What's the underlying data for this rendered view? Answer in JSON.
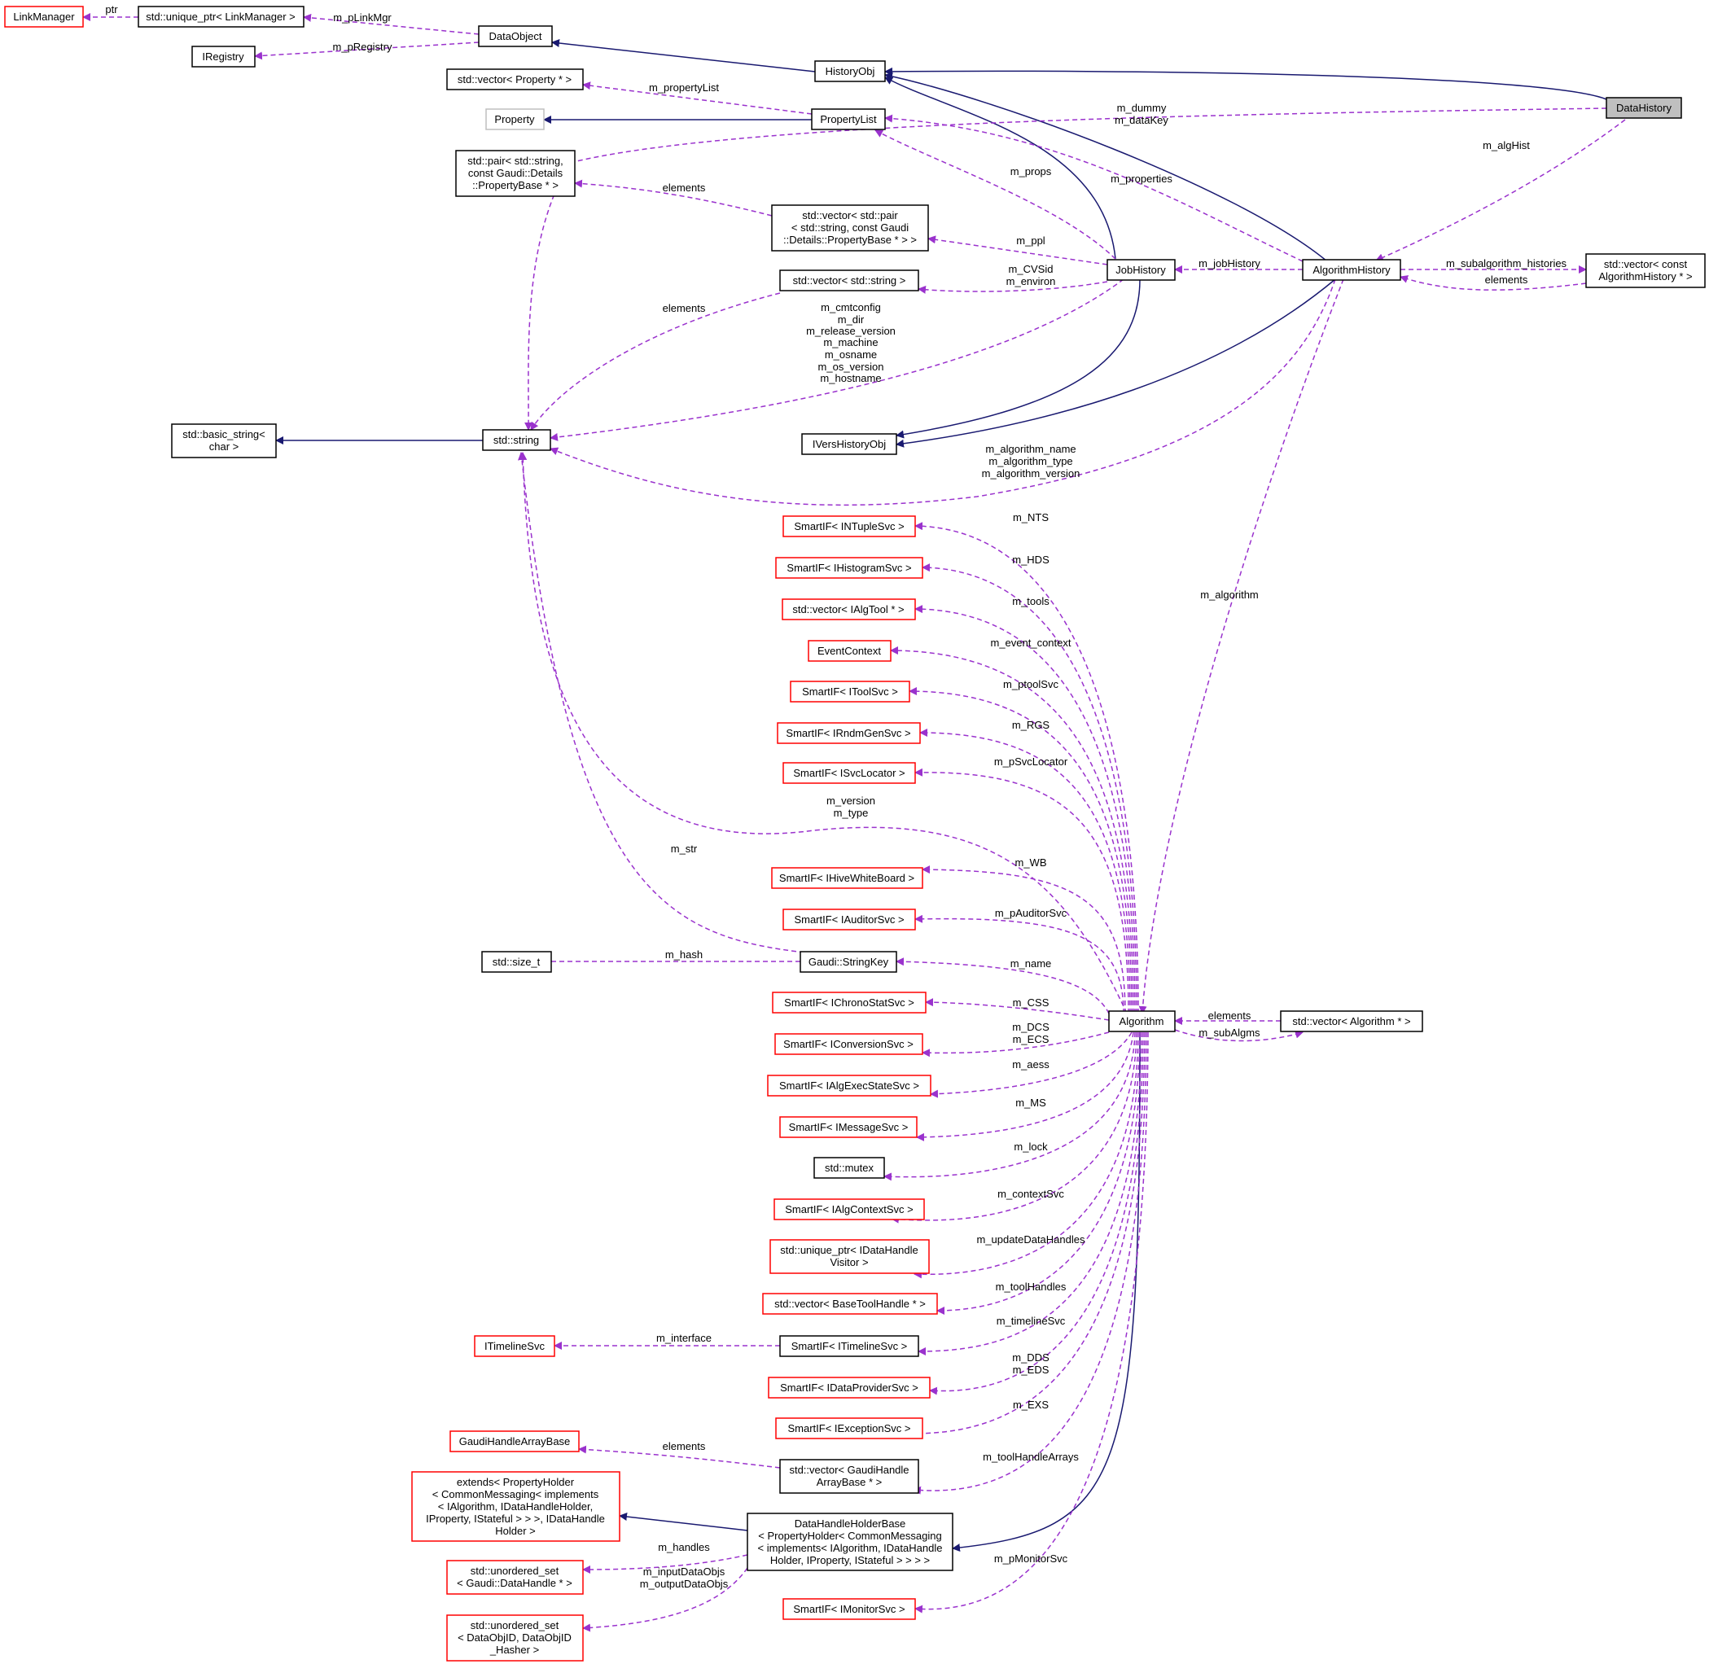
{
  "nodes": {
    "link_manager": "LinkManager",
    "unique_ptr_link_manager": "std::unique_ptr< LinkManager >",
    "iregistry": "IRegistry",
    "data_object": "DataObject",
    "history_obj": "HistoryObj",
    "data_history": "DataHistory",
    "vector_property_ptr": "std::vector< Property * >",
    "property": "Property",
    "property_list": "PropertyList",
    "pair_string_property": [
      "std::pair< std::string,",
      "const Gaudi::Details",
      "::PropertyBase * >"
    ],
    "vector_pair_string_property": [
      "std::vector< std::pair",
      "< std::string, const Gaudi",
      "::Details::PropertyBase * > >"
    ],
    "job_history": "JobHistory",
    "algorithm_history": "AlgorithmHistory",
    "vector_algorithm_history": [
      "std::vector< const",
      "AlgorithmHistory * >"
    ],
    "vector_string": "std::vector< std::string >",
    "basic_string": [
      "std::basic_string<",
      "char >"
    ],
    "std_string": "std::string",
    "ivers_history_obj": "IVersHistoryObj",
    "smartif_intuple_svc": "SmartIF< INTupleSvc >",
    "smartif_ihistogram_svc": "SmartIF< IHistogramSvc >",
    "vector_ialg_tool": "std::vector< IAlgTool * >",
    "event_context": "EventContext",
    "smartif_itool_svc": "SmartIF< IToolSvc >",
    "smartif_irndm_gen_svc": "SmartIF< IRndmGenSvc >",
    "smartif_isvc_locator": "SmartIF< ISvcLocator >",
    "smartif_ihive_white_board": "SmartIF< IHiveWhiteBoard >",
    "smartif_iauditor_svc": "SmartIF< IAuditorSvc >",
    "size_t": "std::size_t",
    "gaudi_string_key": "Gaudi::StringKey",
    "smartif_ichrono_stat_svc": "SmartIF< IChronoStatSvc >",
    "algorithm": "Algorithm",
    "vector_algorithm": "std::vector< Algorithm * >",
    "smartif_iconversion_svc": "SmartIF< IConversionSvc >",
    "smartif_ialg_exec_state_svc": "SmartIF< IAlgExecStateSvc >",
    "smartif_imessage_svc": "SmartIF< IMessageSvc >",
    "std_mutex": "std::mutex",
    "smartif_ialg_context_svc": "SmartIF< IAlgContextSvc >",
    "unique_ptr_idata_handle_visitor": [
      "std::unique_ptr< IDataHandle",
      "Visitor >"
    ],
    "vector_base_tool_handle": "std::vector< BaseToolHandle * >",
    "itimeline_svc": "ITimelineSvc",
    "smartif_itimeline_svc": "SmartIF< ITimelineSvc >",
    "smartif_idata_provider_svc": "SmartIF< IDataProviderSvc >",
    "smartif_iexception_svc": "SmartIF< IExceptionSvc >",
    "gaudi_handle_array_base": "GaudiHandleArrayBase",
    "vector_gaudi_handle_array_base": [
      "std::vector< GaudiHandle",
      "ArrayBase * >"
    ],
    "extends_property_holder": [
      "extends< PropertyHolder",
      "< CommonMessaging< implements",
      "< IAlgorithm, IDataHandleHolder,",
      "IProperty, IStateful > > >, IDataHandle",
      "Holder >"
    ],
    "data_handle_holder_base": [
      "DataHandleHolderBase",
      "< PropertyHolder< CommonMessaging",
      "< implements< IAlgorithm, IDataHandle",
      "Holder, IProperty, IStateful > > > >"
    ],
    "unordered_set_data_handle": [
      "std::unordered_set",
      "< Gaudi::DataHandle * >"
    ],
    "unordered_set_data_obj_id": [
      "std::unordered_set",
      "< DataObjID, DataObjID",
      "_Hasher >"
    ],
    "smartif_imonitor_svc": "SmartIF< IMonitorSvc >"
  },
  "edge_labels": {
    "ptr": "ptr",
    "m_plinkmgr": "m_pLinkMgr",
    "m_pregistry": "m_pRegistry",
    "m_propertylist": "m_propertyList",
    "m_dummy_m_datakey": [
      "m_dummy",
      "m_dataKey"
    ],
    "m_alghist": "m_algHist",
    "m_props": "m_props",
    "m_properties": "m_properties",
    "elements_pair": "elements",
    "m_ppl": "m_ppl",
    "m_jobhistory": "m_jobHistory",
    "m_subalgorithm_histories": "m_subalgorithm_histories",
    "elements_alghist": "elements",
    "m_cvsid_m_environ": [
      "m_CVSid",
      "m_environ"
    ],
    "elements_string": "elements",
    "job_strings": [
      "m_cmtconfig",
      "m_dir",
      "m_release_version",
      "m_machine",
      "m_osname",
      "m_os_version",
      "m_hostname"
    ],
    "alg_strings": [
      "m_algorithm_name",
      "m_algorithm_type",
      "m_algorithm_version"
    ],
    "m_algorithm": "m_algorithm",
    "m_nts": "m_NTS",
    "m_hds": "m_HDS",
    "m_tools": "m_tools",
    "m_event_context": "m_event_context",
    "m_ptoolsvc": "m_ptoolSvc",
    "m_rgs": "m_RGS",
    "m_psvclocator": "m_pSvcLocator",
    "m_version_m_type": [
      "m_version",
      "m_type"
    ],
    "m_str": "m_str",
    "m_wb": "m_WB",
    "m_pauditorsvc": "m_pAuditorSvc",
    "m_hash": "m_hash",
    "m_name": "m_name",
    "m_css": "m_CSS",
    "elements_algorithm": "elements",
    "m_subalgms": "m_subAlgms",
    "m_dcs_m_ecs": [
      "m_DCS",
      "m_ECS"
    ],
    "m_aess": "m_aess",
    "m_ms": "m_MS",
    "m_lock": "m_lock",
    "m_contextsvc": "m_contextSvc",
    "m_updatedatahandles": "m_updateDataHandles",
    "m_toolhandles": "m_toolHandles",
    "m_interface": "m_interface",
    "m_timelinesvc": "m_timelineSvc",
    "m_dds_m_eds": [
      "m_DDS",
      "m_EDS"
    ],
    "m_exs": "m_EXS",
    "elements_gaudi": "elements",
    "m_toolhandlearrays": "m_toolHandleArrays",
    "m_handles": "m_handles",
    "m_data_objs": [
      "m_inputDataObjs",
      "m_outputDataObjs"
    ],
    "m_pmonitorsvc": "m_pMonitorSvc"
  },
  "colors": {
    "inheritance_edge": "#191970",
    "usage_edge": "#9a32cd",
    "undocumented_border": "#ff0000",
    "external_border": "#bfbfbf",
    "focus_fill": "#bfbfbf"
  }
}
